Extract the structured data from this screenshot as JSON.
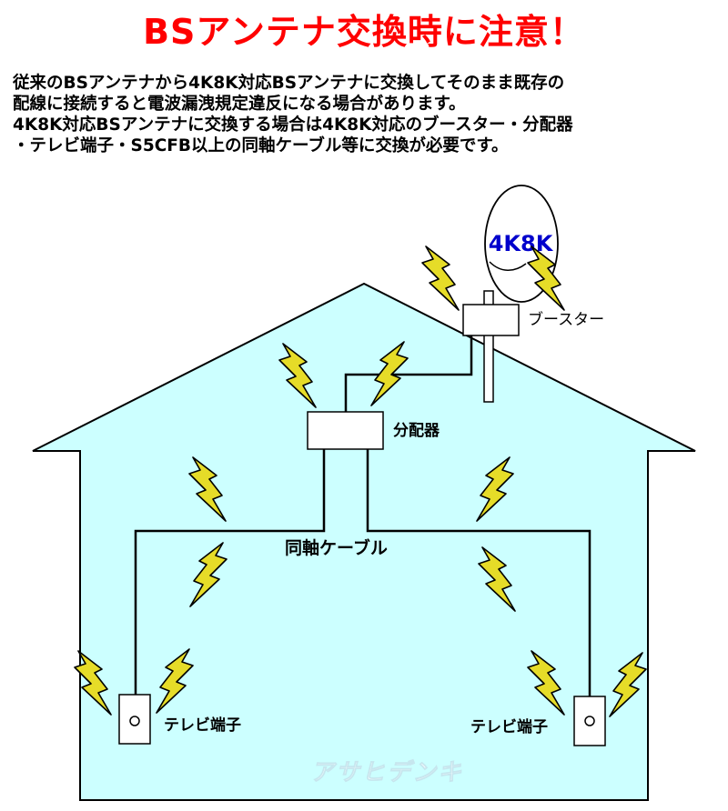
{
  "title": "BSアンテナ交換時に注意！",
  "description": [
    "従来のBSアンテナから4K8K対応BSアンテナに交換してそのまま既存の",
    "配線に接続すると電波漏洩規定違反になる場合があります。",
    "4K8K対応BSアンテナに交換する場合は4K8K対応のブースター・分配器",
    "・テレビ端子・S5CFB以上の同軸ケーブル等に交換が必要です。"
  ],
  "labels": {
    "antenna": "4K8K",
    "booster": "ブースター",
    "splitter": "分配器",
    "cable": "同軸ケーブル",
    "tv_left": "テレビ端子",
    "tv_right": "テレビ端子",
    "watermark": "アサヒデンキ"
  },
  "colors": {
    "title": "#ff0000",
    "house_fill": "#ccffff",
    "antenna_label": "#0000cc",
    "bolt_fill": "#e6dc28",
    "watermark": "#ffffff"
  },
  "icons": [
    "lightning-bolt-icon",
    "dish-antenna-icon",
    "tv-outlet-icon"
  ]
}
